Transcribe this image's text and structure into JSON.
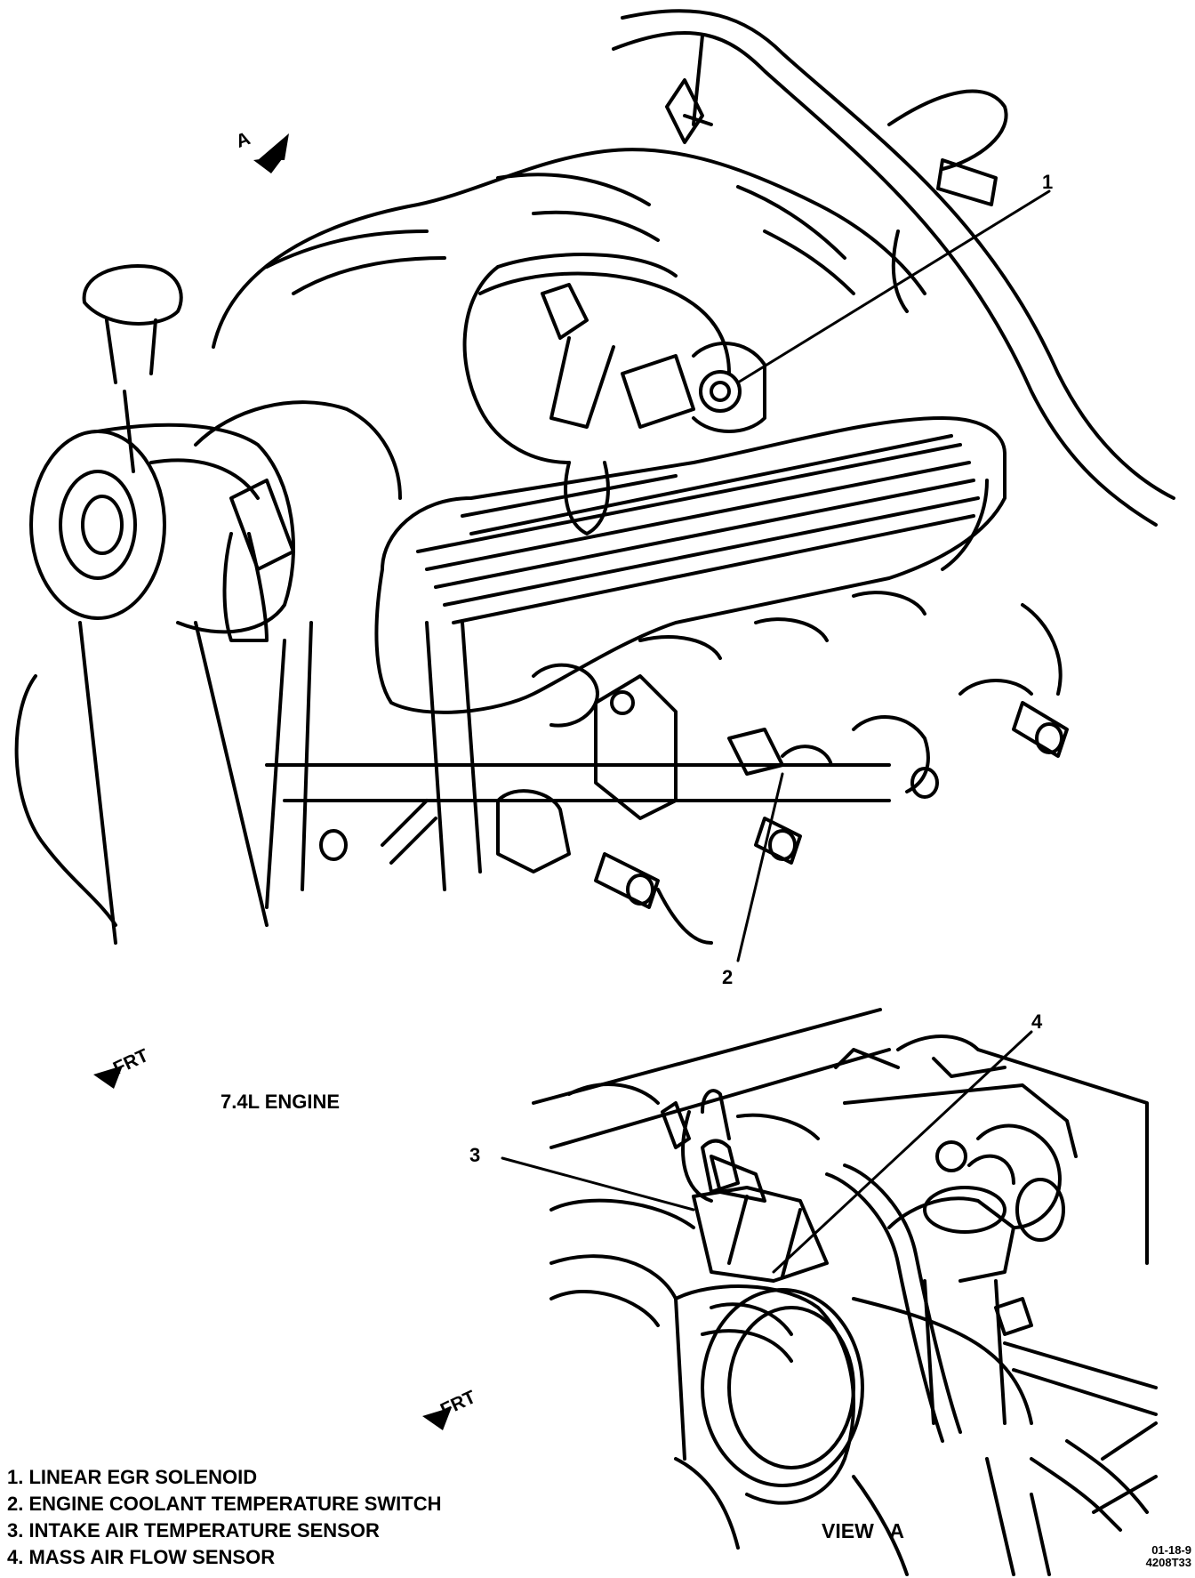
{
  "diagram": {
    "view_arrow_label": "A",
    "front_label": "FRT",
    "engine_label": "7.4L ENGINE",
    "view_label": "VIEW A",
    "callouts": [
      "1",
      "2",
      "3",
      "4"
    ],
    "legend": [
      "1. LINEAR EGR SOLENOID",
      "2. ENGINE COOLANT TEMPERATURE SWITCH",
      "3. INTAKE AIR TEMPERATURE SENSOR",
      "4. MASS AIR FLOW SENSOR"
    ],
    "figure_code_line1": "01-18-9",
    "figure_code_line2": "4208T33"
  }
}
